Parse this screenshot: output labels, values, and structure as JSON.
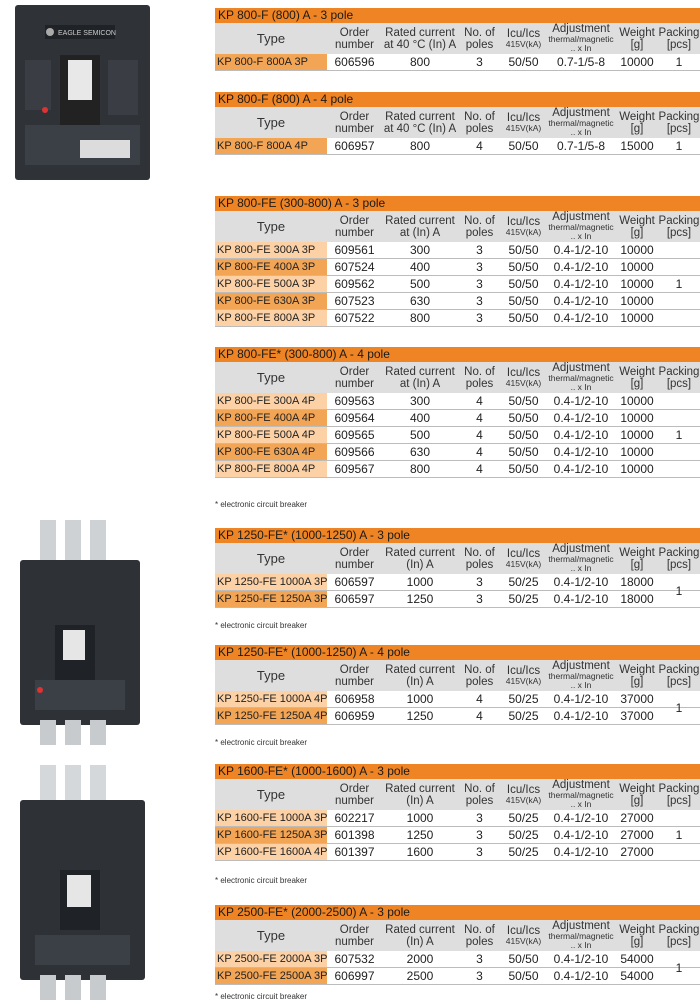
{
  "headers_a": {
    "type": "Type",
    "order": "Order number",
    "rated": "Rated current at 40 °C (In) A",
    "poles": "No. of poles",
    "icu": "Icu/Ics",
    "icu_sub": "415V(kA)",
    "adj": "Adjustment",
    "adj_sub": "thermal/magnetic .. x In",
    "weight": "Weight",
    "weight_sub": "[g]",
    "packing": "Packing",
    "packing_sub": "[pcs]"
  },
  "rated_in": "Rated current at (In) A",
  "rated_plain": "Rated current (In) A",
  "note": "* electronic circuit breaker",
  "blocks": [
    {
      "title": "KP 800-F (800) A - 3 pole",
      "rows": [
        [
          "KP 800-F 800A 3P",
          "606596",
          "800",
          "3",
          "50/50",
          "0.7-1/5-8",
          "10000"
        ]
      ],
      "packing": "1"
    },
    {
      "title": "KP 800-F (800) A - 4 pole",
      "rows": [
        [
          "KP 800-F 800A 4P",
          "606957",
          "800",
          "4",
          "50/50",
          "0.7-1/5-8",
          "15000"
        ]
      ],
      "packing": "1"
    },
    {
      "title": "KP 800-FE (300-800) A - 3 pole",
      "rows": [
        [
          "KP 800-FE 300A 3P",
          "609561",
          "300",
          "3",
          "50/50",
          "0.4-1/2-10",
          "10000"
        ],
        [
          "KP 800-FE 400A 3P",
          "607524",
          "400",
          "3",
          "50/50",
          "0.4-1/2-10",
          "10000"
        ],
        [
          "KP 800-FE 500A 3P",
          "609562",
          "500",
          "3",
          "50/50",
          "0.4-1/2-10",
          "10000"
        ],
        [
          "KP 800-FE 630A 3P",
          "607523",
          "630",
          "3",
          "50/50",
          "0.4-1/2-10",
          "10000"
        ],
        [
          "KP 800-FE 800A 3P",
          "607522",
          "800",
          "3",
          "50/50",
          "0.4-1/2-10",
          "10000"
        ]
      ],
      "packing": "1"
    },
    {
      "title": "KP 800-FE* (300-800) A - 4 pole",
      "rows": [
        [
          "KP 800-FE 300A 4P",
          "609563",
          "300",
          "4",
          "50/50",
          "0.4-1/2-10",
          "10000"
        ],
        [
          "KP 800-FE 400A 4P",
          "609564",
          "400",
          "4",
          "50/50",
          "0.4-1/2-10",
          "10000"
        ],
        [
          "KP 800-FE 500A 4P",
          "609565",
          "500",
          "4",
          "50/50",
          "0.4-1/2-10",
          "10000"
        ],
        [
          "KP 800-FE 630A 4P",
          "609566",
          "630",
          "4",
          "50/50",
          "0.4-1/2-10",
          "10000"
        ],
        [
          "KP 800-FE 800A 4P",
          "609567",
          "800",
          "4",
          "50/50",
          "0.4-1/2-10",
          "10000"
        ]
      ],
      "packing": "1"
    },
    {
      "title": "KP 1250-FE* (1000-1250) A - 3 pole",
      "rows": [
        [
          "KP 1250-FE 1000A 3P",
          "606597",
          "1000",
          "3",
          "50/25",
          "0.4-1/2-10",
          "18000"
        ],
        [
          "KP 1250-FE 1250A 3P",
          "606597",
          "1250",
          "3",
          "50/25",
          "0.4-1/2-10",
          "18000"
        ]
      ],
      "packing": "1"
    },
    {
      "title": "KP 1250-FE* (1000-1250) A - 4 pole",
      "rows": [
        [
          "KP 1250-FE 1000A 4P",
          "606958",
          "1000",
          "4",
          "50/25",
          "0.4-1/2-10",
          "37000"
        ],
        [
          "KP 1250-FE 1250A 4P",
          "606959",
          "1250",
          "4",
          "50/25",
          "0.4-1/2-10",
          "37000"
        ]
      ],
      "packing": "1"
    },
    {
      "title": "KP 1600-FE* (1000-1600) A - 3 pole",
      "rows": [
        [
          "KP 1600-FE 1000A 3P",
          "602217",
          "1000",
          "3",
          "50/25",
          "0.4-1/2-10",
          "27000"
        ],
        [
          "KP 1600-FE 1250A 3P",
          "601398",
          "1250",
          "3",
          "50/25",
          "0.4-1/2-10",
          "27000"
        ],
        [
          "KP 1600-FE 1600A 4P",
          "601397",
          "1600",
          "3",
          "50/25",
          "0.4-1/2-10",
          "27000"
        ]
      ],
      "packing": "1"
    },
    {
      "title": "KP 2500-FE* (2000-2500) A - 3 pole",
      "rows": [
        [
          "KP 2500-FE 2000A 3P",
          "607532",
          "2000",
          "3",
          "50/50",
          "0.4-1/2-10",
          "54000"
        ],
        [
          "KP 2500-FE 2500A 3P",
          "606997",
          "2500",
          "3",
          "50/50",
          "0.4-1/2-10",
          "54000"
        ]
      ],
      "packing": "1"
    }
  ],
  "product_brand": "EAGLE SEMICON"
}
